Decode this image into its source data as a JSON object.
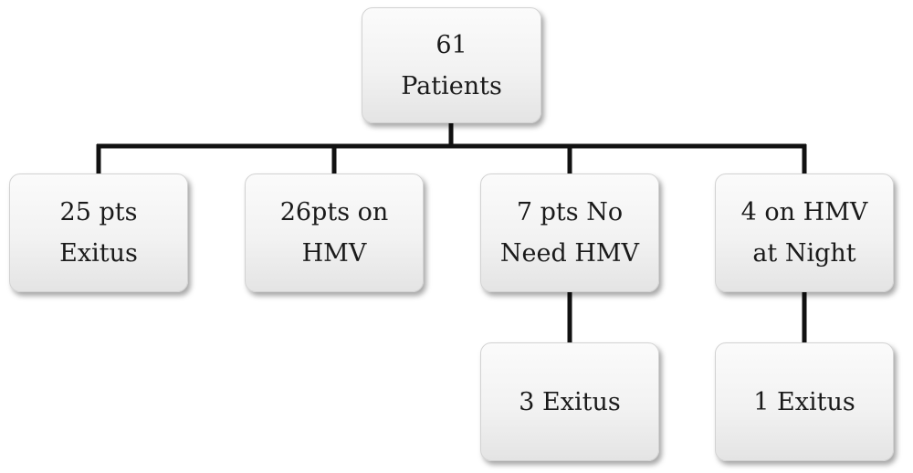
{
  "root": {
    "line1": "61",
    "line2": "Patients"
  },
  "level1": [
    {
      "line1": "25 pts",
      "line2": "Exitus"
    },
    {
      "line1": "26pts on",
      "line2": "HMV"
    },
    {
      "line1": "7 pts No",
      "line2": "Need HMV"
    },
    {
      "line1": "4 on HMV",
      "line2": "at Night"
    }
  ],
  "level2": [
    {
      "parent": "7 pts No Need HMV",
      "label": "3 Exitus"
    },
    {
      "parent": "4 on HMV at Night",
      "label": "1 Exitus"
    }
  ],
  "colors": {
    "connector": "#111111",
    "box_fill": "#f2f2f2",
    "text": "#1a1a1a"
  }
}
